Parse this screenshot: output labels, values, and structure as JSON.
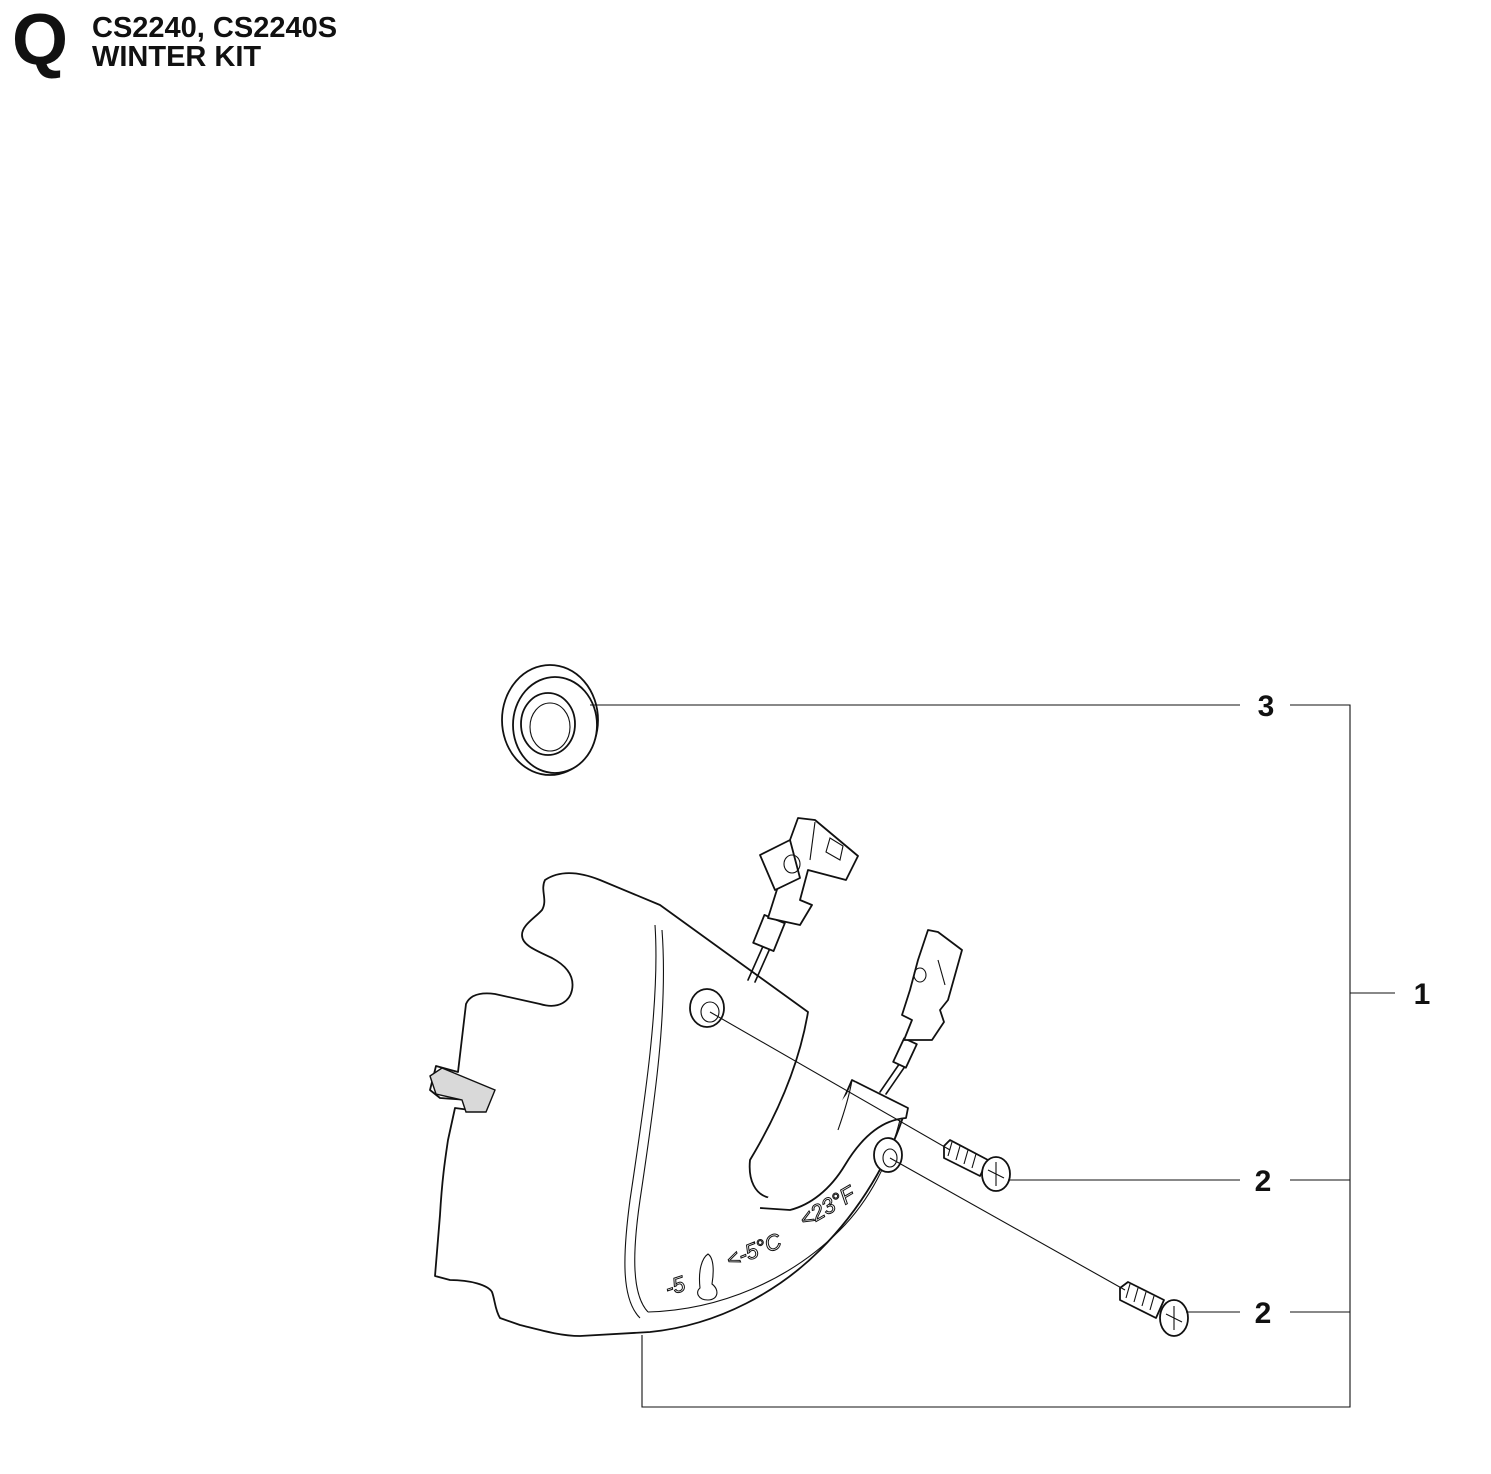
{
  "header": {
    "section_letter": "Q",
    "models": "CS2240, CS2240S",
    "title": "WINTER KIT"
  },
  "callouts": [
    {
      "id": "c3",
      "label": "3"
    },
    {
      "id": "c1",
      "label": "1"
    },
    {
      "id": "c2a",
      "label": "2"
    },
    {
      "id": "c2b",
      "label": "2"
    }
  ],
  "cover_markings": [
    "-5",
    "<-5°C",
    "<23°F"
  ]
}
